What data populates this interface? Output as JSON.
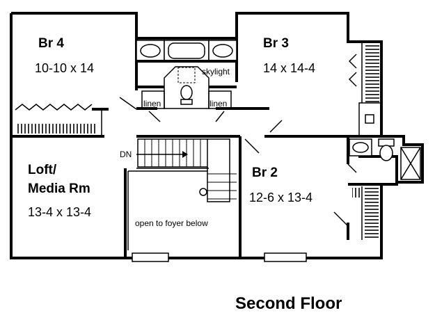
{
  "plan": {
    "title": "Second Floor",
    "rooms": {
      "br4": {
        "name": "Br 4",
        "size": "10-10 x 14"
      },
      "br3": {
        "name": "Br 3",
        "size": "14 x 14-4"
      },
      "br2": {
        "name": "Br 2",
        "size": "12-6 x 13-4"
      },
      "loft": {
        "name_line1": "Loft/",
        "name_line2": "Media Rm",
        "size": "13-4 x 13-4"
      }
    },
    "labels": {
      "skylight": "skylight",
      "linen_left": "linen",
      "linen_right": "linen",
      "stairs_down": "DN",
      "open_area": "open to foyer below"
    }
  }
}
